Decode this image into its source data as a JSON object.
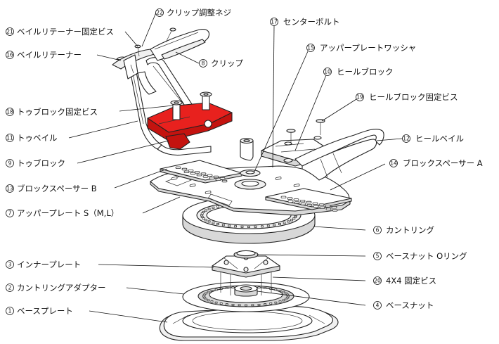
{
  "diagram": {
    "callouts": [
      {
        "id": "c22",
        "number": "22",
        "label": "クリップ調整ネジ"
      },
      {
        "id": "c21",
        "number": "21",
        "label": "ベイルリテーナー固定ビス"
      },
      {
        "id": "c16",
        "number": "16",
        "label": "ベイルリテーナー"
      },
      {
        "id": "c8",
        "number": "8",
        "label": "クリップ"
      },
      {
        "id": "c17",
        "number": "17",
        "label": "センターボルト"
      },
      {
        "id": "c15",
        "number": "15",
        "label": "アッパープレートワッシャ"
      },
      {
        "id": "c10",
        "number": "10",
        "label": "ヒールブロック"
      },
      {
        "id": "c19",
        "number": "19",
        "label": "ヒールブロック固定ビス"
      },
      {
        "id": "c18",
        "number": "18",
        "label": "トゥブロック固定ビス"
      },
      {
        "id": "c11",
        "number": "11",
        "label": "トゥベイル"
      },
      {
        "id": "c12",
        "number": "12",
        "label": "ヒールベイル"
      },
      {
        "id": "c9",
        "number": "9",
        "label": "トゥブロック"
      },
      {
        "id": "c14",
        "number": "14",
        "label": "ブロックスペーサー A"
      },
      {
        "id": "c13",
        "number": "13",
        "label": "ブロックスペーサー B"
      },
      {
        "id": "c7",
        "number": "7",
        "label": "アッパープレート S（M,L）"
      },
      {
        "id": "c6",
        "number": "6",
        "label": "カントリング"
      },
      {
        "id": "c5",
        "number": "5",
        "label": "ベースナット Oリング"
      },
      {
        "id": "c3",
        "number": "3",
        "label": "インナープレート"
      },
      {
        "id": "c20",
        "number": "20",
        "label": "4X4 固定ビス"
      },
      {
        "id": "c2",
        "number": "2",
        "label": "カントリングアダプター"
      },
      {
        "id": "c4",
        "number": "4",
        "label": "ベースナット"
      },
      {
        "id": "c1",
        "number": "1",
        "label": "ベースプレート"
      }
    ],
    "colors": {
      "highlight": "#e8211e",
      "line": "#111111",
      "background": "#ffffff"
    }
  }
}
